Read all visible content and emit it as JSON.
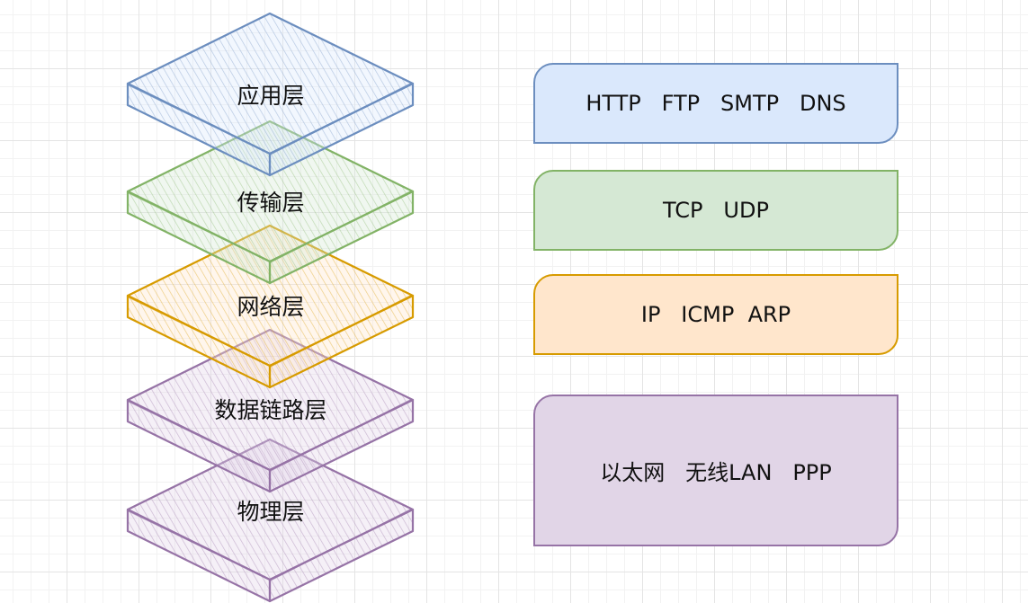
{
  "layers": [
    {
      "label": "应用层",
      "fill": "#dae8fc",
      "stroke": "#6c8ebf"
    },
    {
      "label": "传输层",
      "fill": "#d5e8d4",
      "stroke": "#82b366"
    },
    {
      "label": "网络层",
      "fill": "#ffe6cc",
      "stroke": "#d79b00"
    },
    {
      "label": "数据链路层",
      "fill": "#e1d5e7",
      "stroke": "#9673a6"
    },
    {
      "label": "物理层",
      "fill": "#e1d5e7",
      "stroke": "#9673a6"
    }
  ],
  "protocols": [
    {
      "text": "HTTP   FTP   SMTP   DNS",
      "fill": "#dae8fc",
      "stroke": "#6c8ebf"
    },
    {
      "text": "TCP   UDP",
      "fill": "#d5e8d4",
      "stroke": "#82b366"
    },
    {
      "text": "IP   ICMP  ARP",
      "fill": "#ffe6cc",
      "stroke": "#d79b00"
    },
    {
      "text": "以太网   无线LAN   PPP",
      "fill": "#e1d5e7",
      "stroke": "#9673a6"
    }
  ]
}
